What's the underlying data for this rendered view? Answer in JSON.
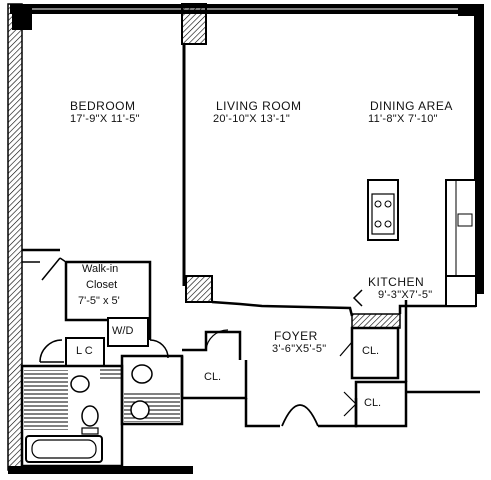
{
  "rooms": {
    "bedroom": {
      "name": "BEDROOM",
      "dims": "17'-9\"X 11'-5\""
    },
    "living_room": {
      "name": "LIVING ROOM",
      "dims": "20'-10\"X 13'-1\""
    },
    "dining_area": {
      "name": "DINING AREA",
      "dims": "11'-8\"X 7'-10\""
    },
    "kitchen": {
      "name": "KITCHEN",
      "dims": "9'-3\"X7'-5\""
    },
    "walk_in_closet": {
      "name_line1": "Walk-in",
      "name_line2": "Closet",
      "dims": "7'-5\" x 5'"
    },
    "foyer": {
      "name": "FOYER",
      "dims": "3'-6\"X5'-5\""
    }
  },
  "labels": {
    "washer_dryer": "W/D",
    "linen_closet": "L C",
    "closet_1": "CL.",
    "closet_2": "CL.",
    "closet_3": "CL."
  }
}
